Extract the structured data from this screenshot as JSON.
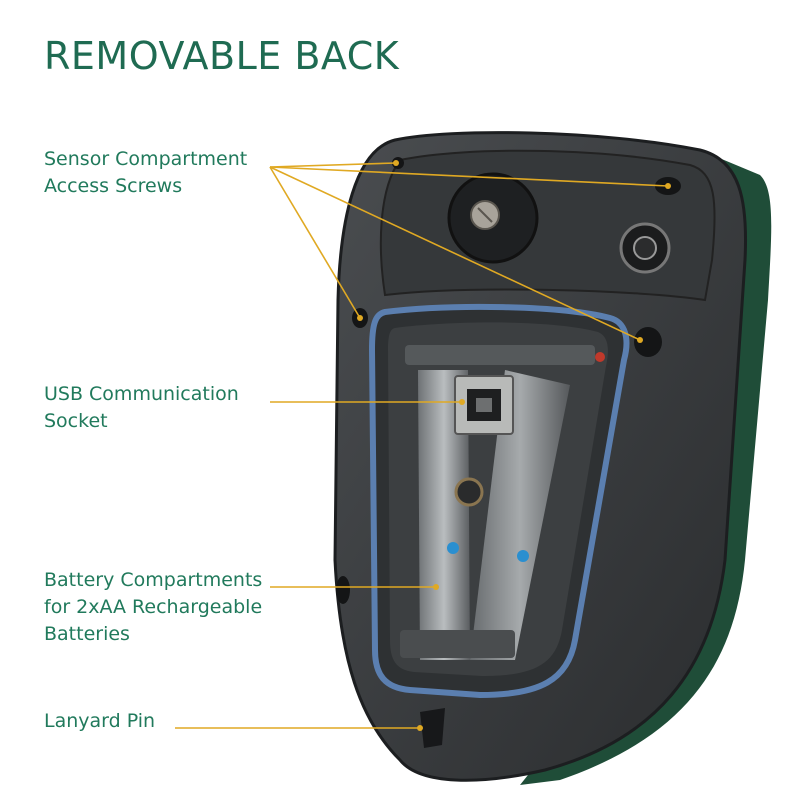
{
  "title": "REMOVABLE BACK",
  "callouts": [
    {
      "id": "sensor",
      "lines": [
        "Sensor Compartment",
        "Access Screws"
      ]
    },
    {
      "id": "usb",
      "lines": [
        "USB Communication",
        "Socket"
      ]
    },
    {
      "id": "battery",
      "lines": [
        "Battery Compartments",
        "for 2xAA Rechargeable",
        "Batteries"
      ]
    },
    {
      "id": "lanyard",
      "lines": [
        "Lanyard Pin"
      ]
    }
  ],
  "colors": {
    "label_text": "#217a5c",
    "leader_line": "#e0a923",
    "device_body": "#3a3d3f",
    "device_trim": "#1f4d38"
  }
}
